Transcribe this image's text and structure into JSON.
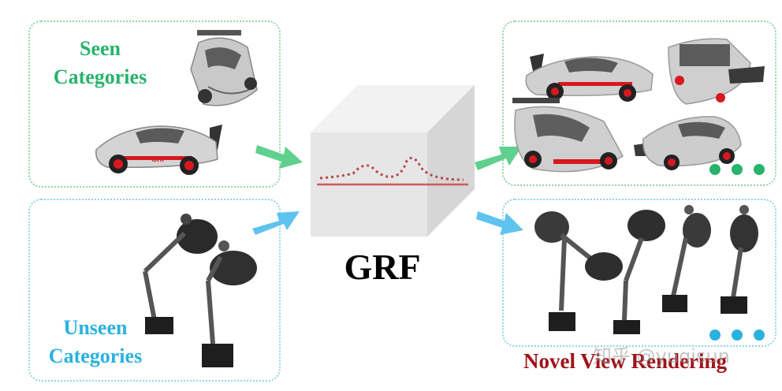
{
  "labels": {
    "seen": [
      "Seen",
      "Categories"
    ],
    "unseen": [
      "Unseen",
      "Categories"
    ],
    "center": "GRF",
    "output": "Novel View Rendering",
    "watermark": "知乎 @yuqisun"
  },
  "icons": [
    "car-image",
    "lamp-image",
    "arrow-icon",
    "cube-icon",
    "density-curve-icon",
    "ellipsis-dots-icon"
  ],
  "colors": {
    "green": "#27b36b",
    "blue": "#2bb1de",
    "dark_red": "#a01218",
    "arrow_green": "#5fd08d",
    "arrow_blue": "#5ec3ee"
  }
}
